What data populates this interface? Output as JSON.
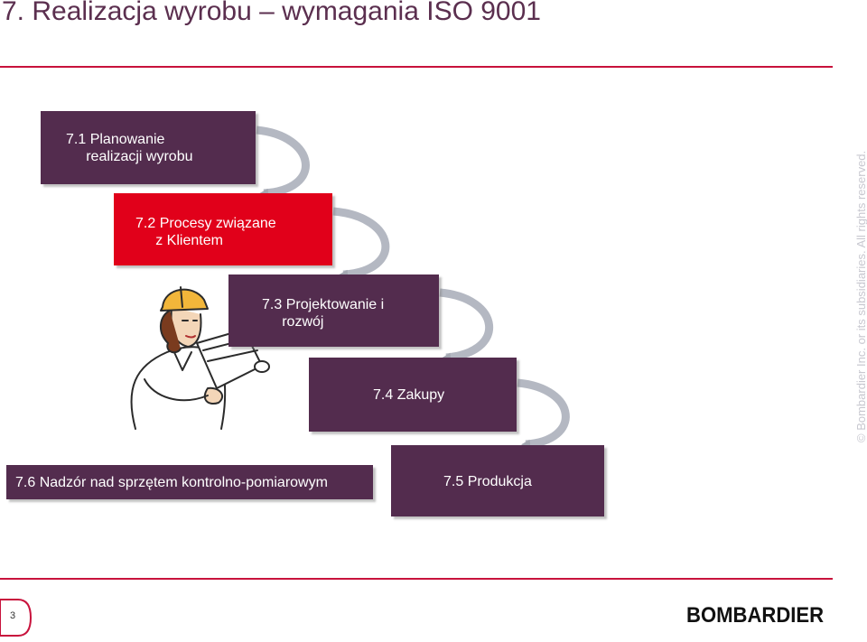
{
  "title": "7. Realizacja wyrobu – wymagania ISO 9001",
  "boxes": {
    "b1": "7.1 Planowanie\n     realizacji wyrobu",
    "b2": "7.2 Procesy związane\n     z Klientem",
    "b3": "7.3 Projektowanie i\n     rozwój",
    "b4": "7.4 Zakupy",
    "b5": "7.5 Produkcja",
    "b6": "7.6 Nadzór nad sprzętem kontrolno-pomiarowym"
  },
  "colors": {
    "plum": "#532c4e",
    "red": "#e1001a",
    "rule": "#c8123c",
    "arrow": "#b4b8c2"
  },
  "copyright": "© Bombardier Inc. or its subsidiaries. All rights reserved.",
  "page_number": "3",
  "logo": "BOMBARDIER",
  "icons": [
    "curved-arrow-icon",
    "engineer-illustration",
    "page-number-tab-icon"
  ]
}
